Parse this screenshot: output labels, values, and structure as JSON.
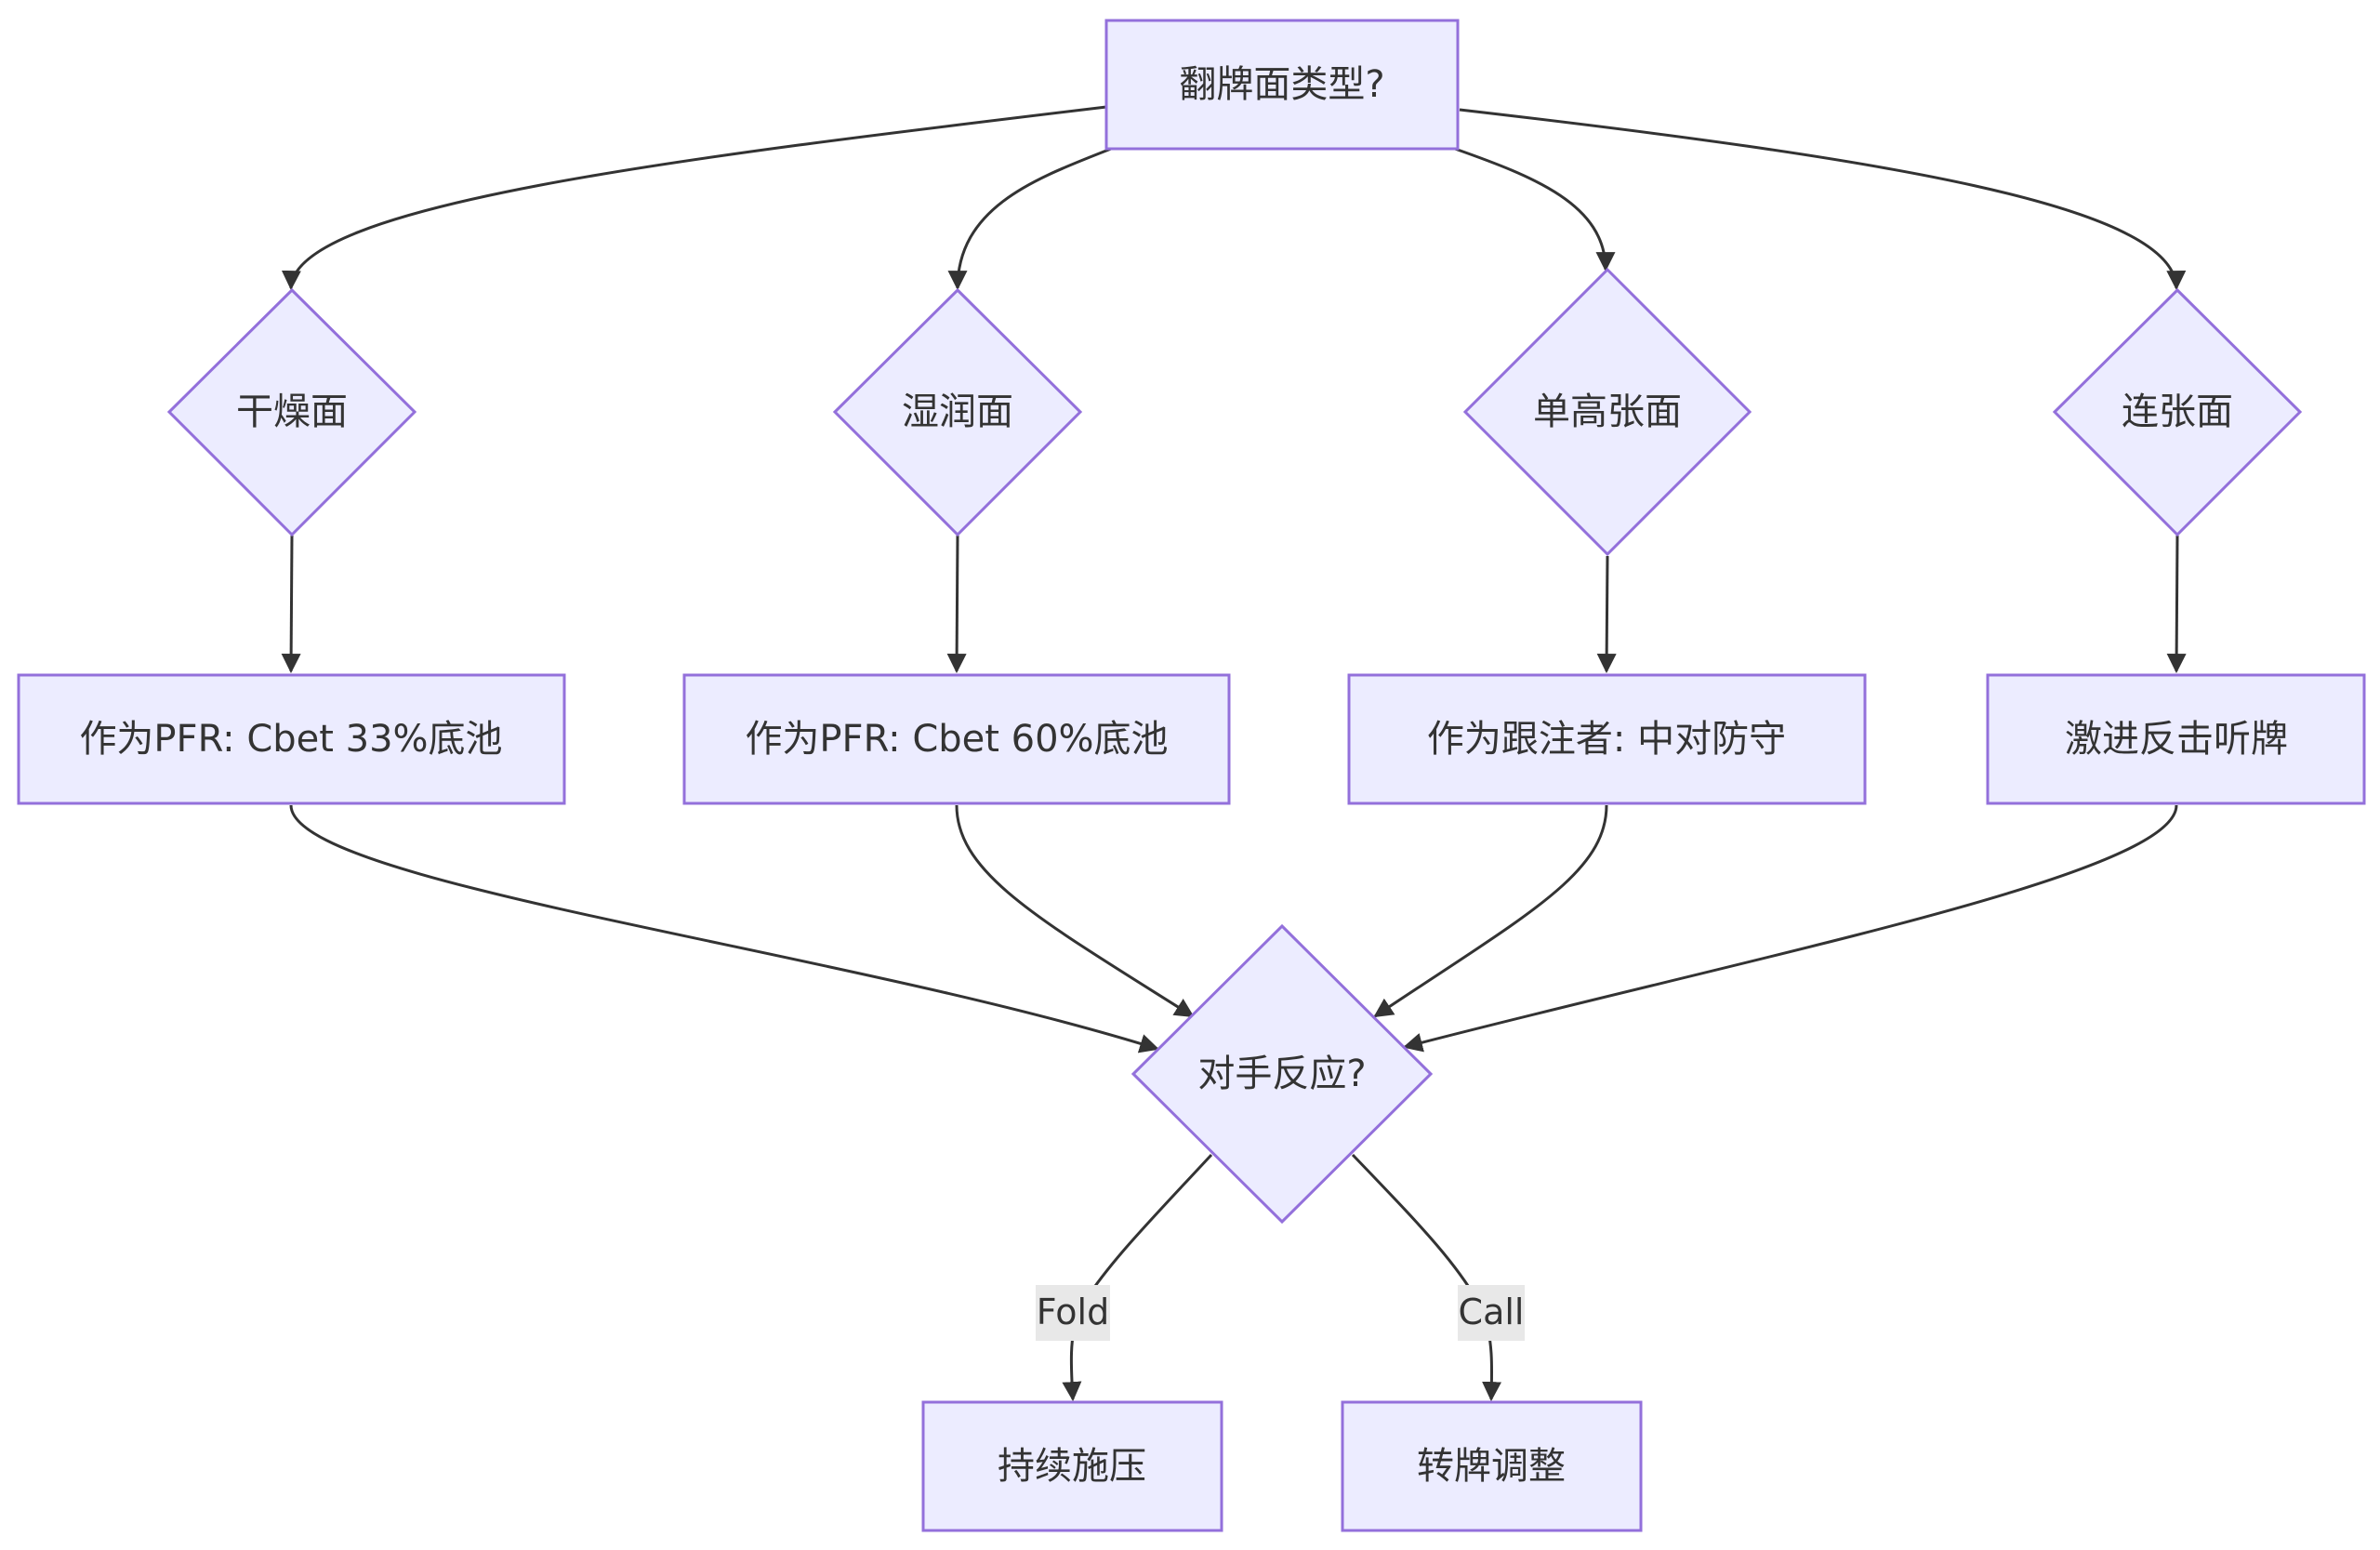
{
  "nodes": {
    "board_type": "翻牌面类型?",
    "dry": "干燥面",
    "wet": "湿润面",
    "paired": "单高张面",
    "connected": "连张面",
    "dry_action": "作为PFR: Cbet 33%底池",
    "wet_action": "作为PFR: Cbet 60%底池",
    "paired_action": "作为跟注者: 中对防守",
    "connected_action": "激进反击听牌",
    "reaction": "对手反应?",
    "keep_pressure": "持续施压",
    "turn_adjust": "转牌调整"
  },
  "edges": {
    "fold_label": "Fold",
    "call_label": "Call"
  },
  "colors": {
    "node_fill": "#ECECFF",
    "node_stroke": "#9370DB",
    "edge_stroke": "#333333",
    "label_bg": "#E8E8E8",
    "text": "#333333"
  }
}
